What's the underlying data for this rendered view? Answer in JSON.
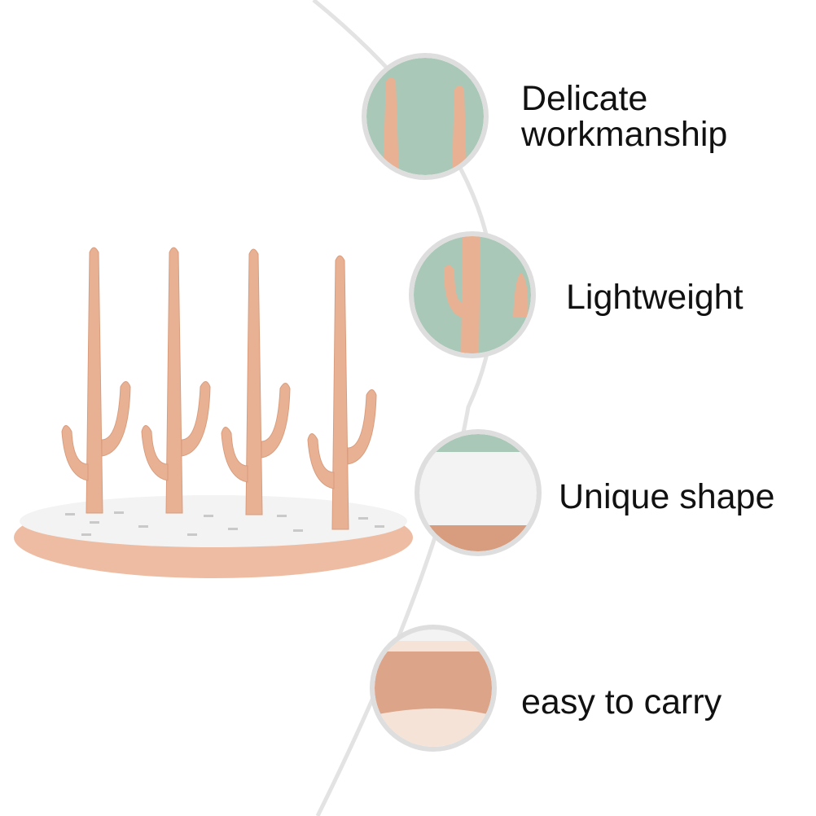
{
  "features": [
    {
      "line1": "Delicate",
      "line2": "workmanship"
    },
    {
      "line1": "Lightweight"
    },
    {
      "line1": "Unique shape"
    },
    {
      "line1": "easy to carry"
    }
  ],
  "colors": {
    "cactus": "#e9b193",
    "tray": "#f4f4f4",
    "base": "#eebca2",
    "bubble_bg": "#a9c8b7",
    "arc": "#e0e0e0"
  }
}
